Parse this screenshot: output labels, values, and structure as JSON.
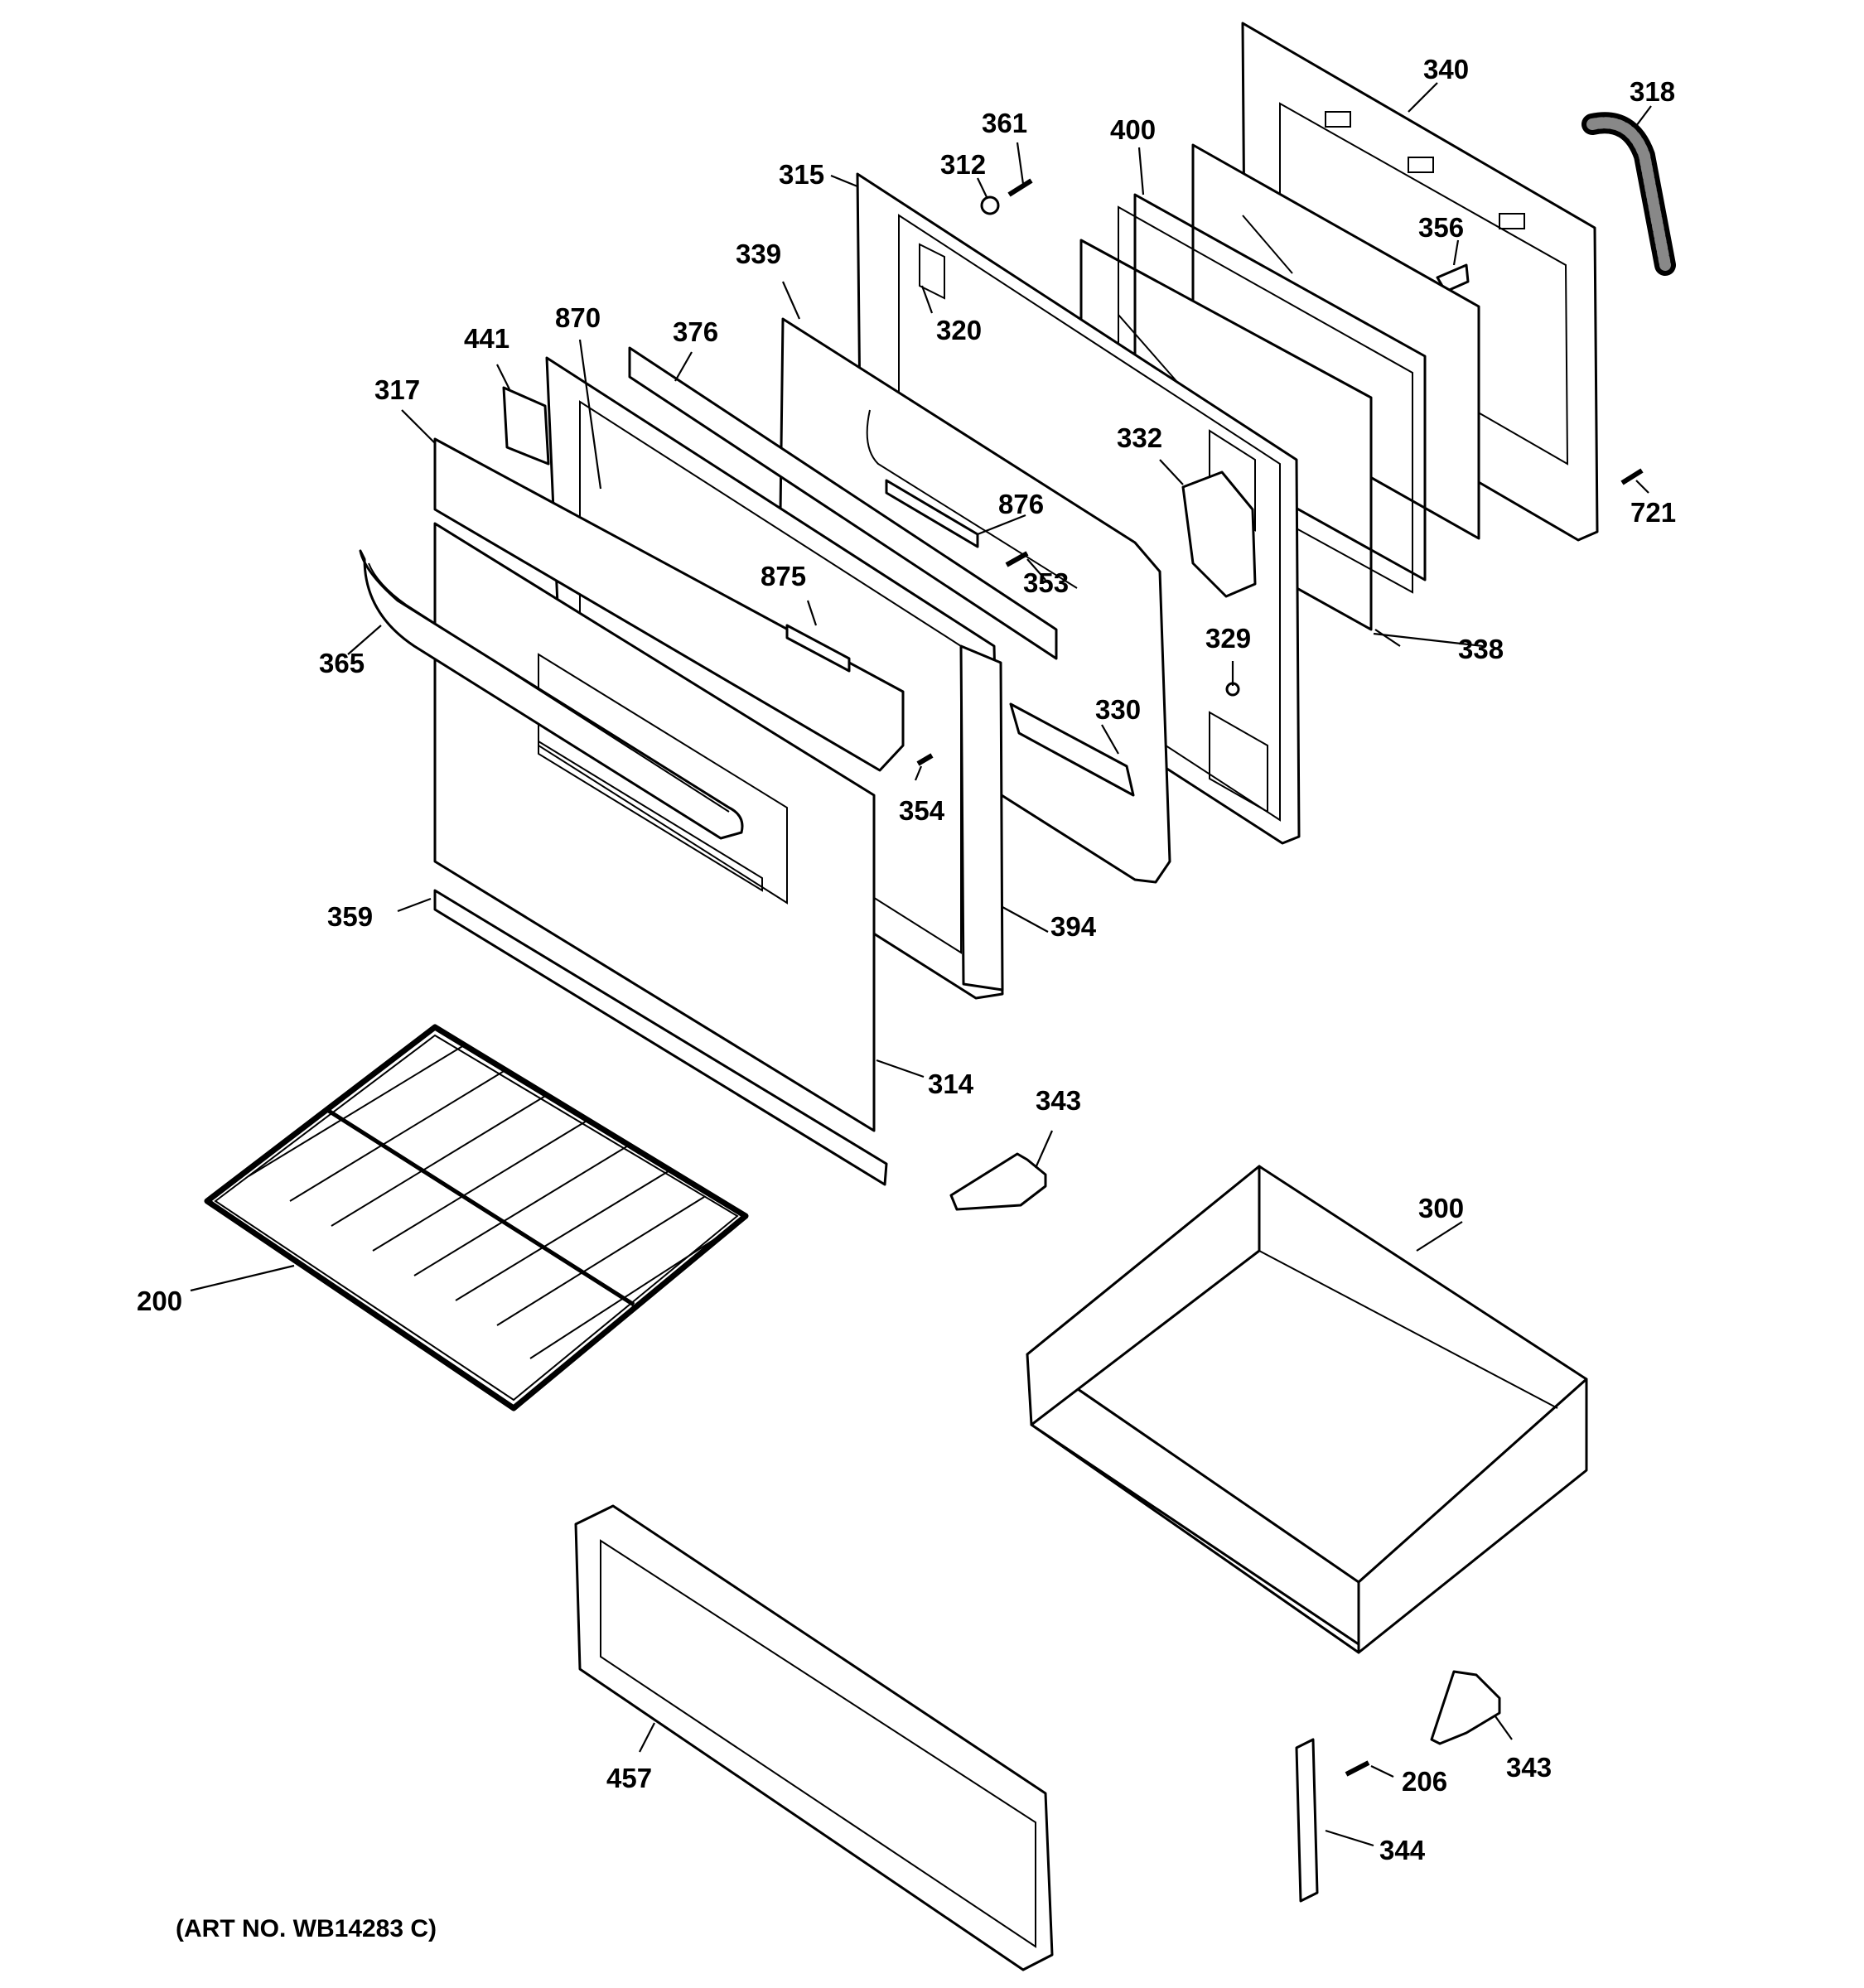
{
  "diagram": {
    "caption": "(ART NO. WB14283 C)",
    "callouts": [
      {
        "label": "340"
      },
      {
        "label": "318"
      },
      {
        "label": "361"
      },
      {
        "label": "400"
      },
      {
        "label": "312"
      },
      {
        "label": "315"
      },
      {
        "label": "356"
      },
      {
        "label": "339"
      },
      {
        "label": "320"
      },
      {
        "label": "870"
      },
      {
        "label": "376"
      },
      {
        "label": "441"
      },
      {
        "label": "317"
      },
      {
        "label": "332"
      },
      {
        "label": "721"
      },
      {
        "label": "876"
      },
      {
        "label": "353"
      },
      {
        "label": "875"
      },
      {
        "label": "338"
      },
      {
        "label": "365"
      },
      {
        "label": "329"
      },
      {
        "label": "330"
      },
      {
        "label": "354"
      },
      {
        "label": "359"
      },
      {
        "label": "394"
      },
      {
        "label": "314"
      },
      {
        "label": "343"
      },
      {
        "label": "300"
      },
      {
        "label": "200"
      },
      {
        "label": "457"
      },
      {
        "label": "206"
      },
      {
        "label": "343"
      },
      {
        "label": "344"
      }
    ]
  }
}
